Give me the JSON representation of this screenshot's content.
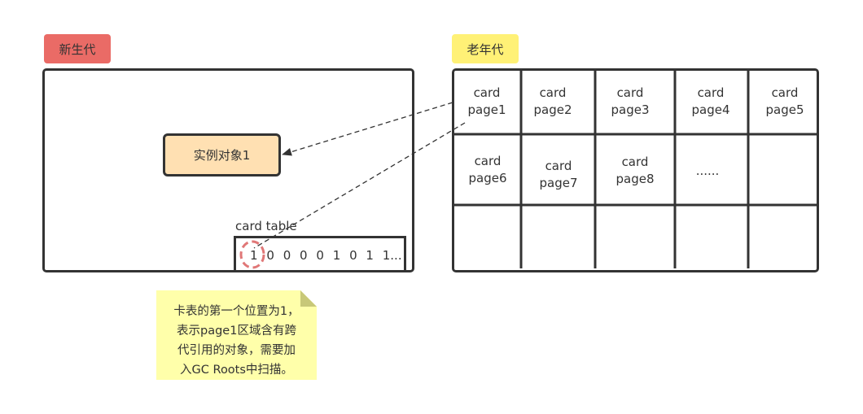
{
  "colors": {
    "young_tag": "#ea6b66",
    "old_tag": "#fff176",
    "object_fill": "#ffe0b2",
    "note_fill": "#ffffaa",
    "note_fold": "#c8c878",
    "dirty_circle": "#e07777",
    "stroke": "#333333"
  },
  "young_gen": {
    "label": "新生代",
    "object_label": "实例对象1",
    "card_table": {
      "label": "card table",
      "bits": [
        "1",
        "0",
        "0",
        "0",
        "0",
        "1",
        "0",
        "1",
        "1..."
      ]
    }
  },
  "old_gen": {
    "label": "老年代",
    "cards": [
      {
        "line1": "card",
        "line2": "page1"
      },
      {
        "line1": "card",
        "line2": "page2"
      },
      {
        "line1": "card",
        "line2": "page3"
      },
      {
        "line1": "card",
        "line2": "page4"
      },
      {
        "line1": "card",
        "line2": "page5"
      },
      {
        "line1": "card",
        "line2": "page6"
      },
      {
        "line1": "card",
        "line2": "page7"
      },
      {
        "line1": "card",
        "line2": "page8"
      }
    ],
    "more": "......"
  },
  "note": {
    "lines": [
      "卡表的第一个位置为1，",
      "表示page1区域含有跨",
      "代引用的对象，需要加",
      "入GC Roots中扫描。"
    ]
  }
}
